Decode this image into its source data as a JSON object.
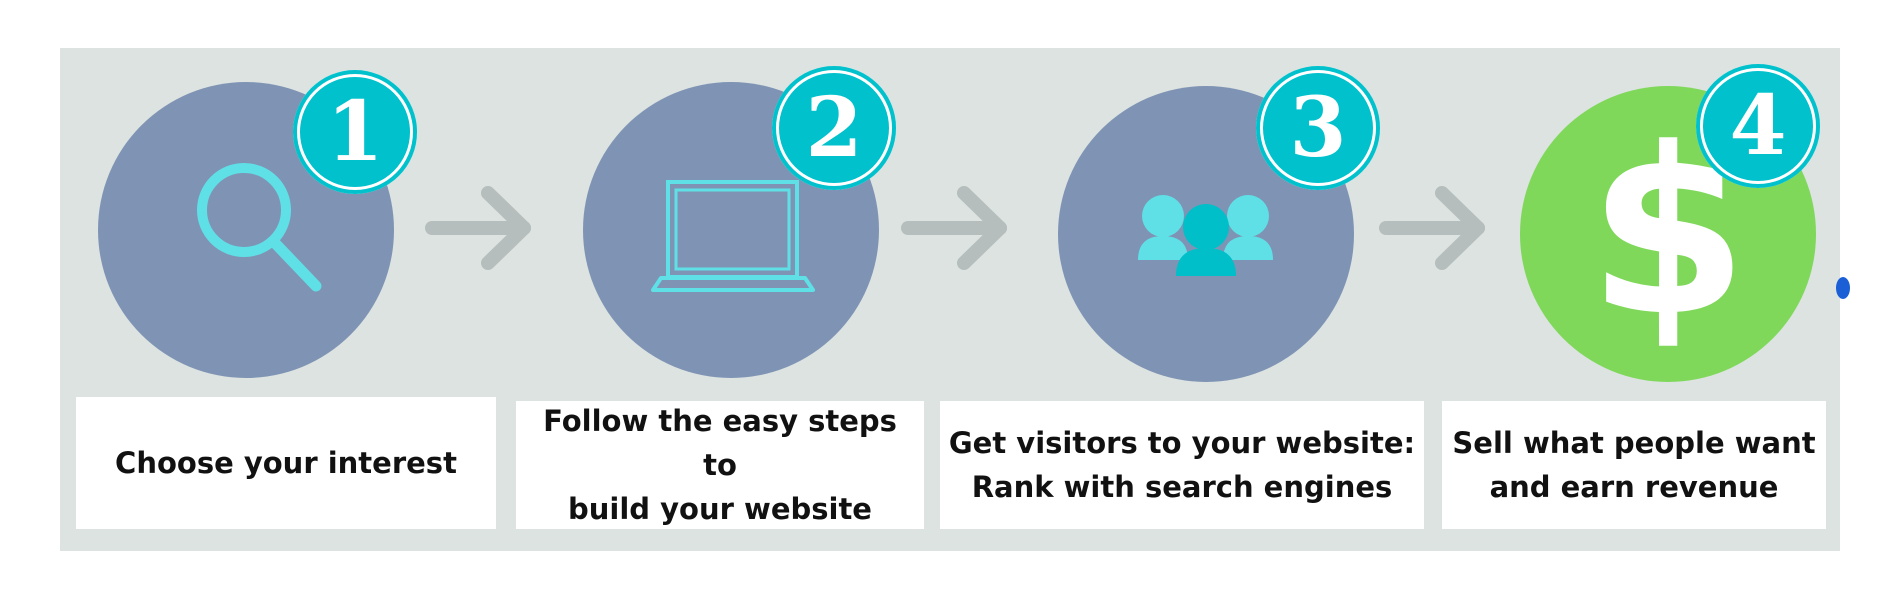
{
  "steps": [
    {
      "number": "1",
      "icon": "magnifier-icon",
      "text": "Choose your interest"
    },
    {
      "number": "2",
      "icon": "laptop-icon",
      "text": "Follow the easy steps to\nbuild your website"
    },
    {
      "number": "3",
      "icon": "users-icon",
      "text": "Get visitors to your website:\nRank with search engines"
    },
    {
      "number": "4",
      "icon": "dollar-icon",
      "symbol": "$",
      "text": "Sell what people want\nand earn revenue"
    }
  ],
  "colors": {
    "panel": "#dce3e1",
    "circle": "#7f94b4",
    "circle_final": "#7fd85a",
    "badge": "#00c1cc",
    "icon": "#5fe0e6",
    "arrow": "#b6bebd"
  }
}
